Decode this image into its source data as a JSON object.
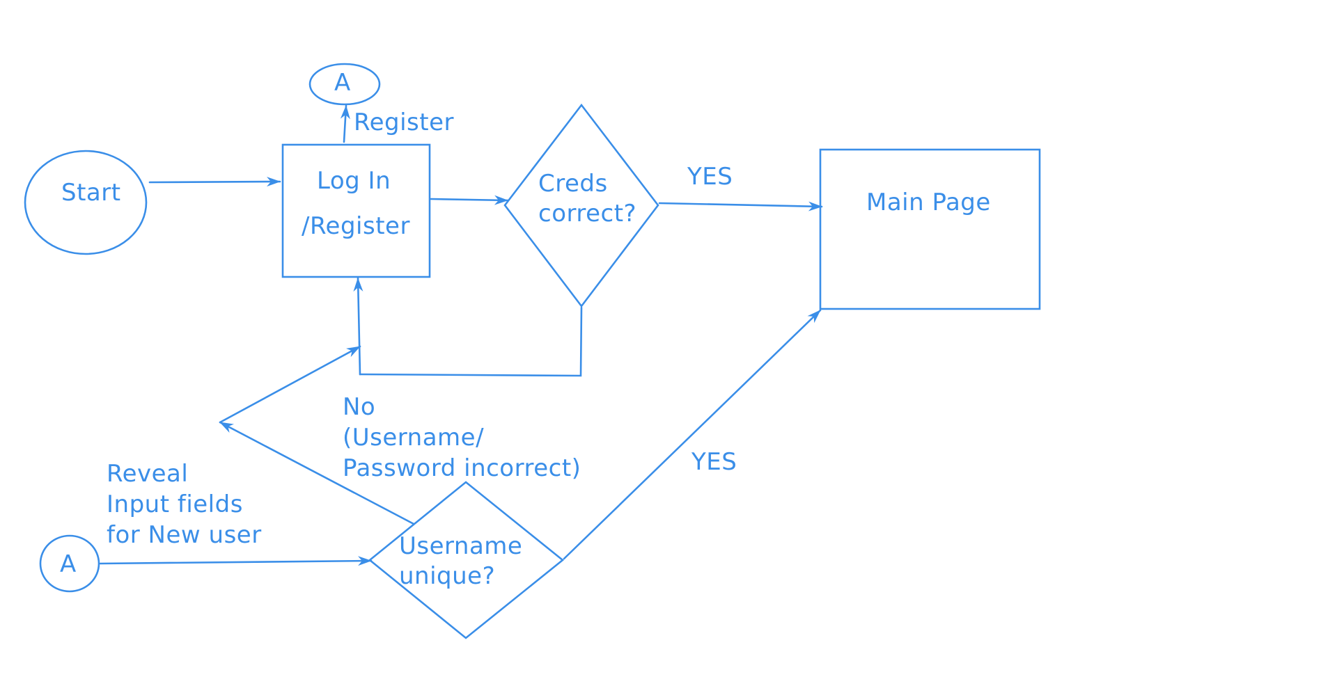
{
  "colors": {
    "stroke": "#3a8ee8",
    "text": "#3a8ee8",
    "background": "#ffffff"
  },
  "nodes": {
    "start": "Start",
    "connector_top": "A",
    "connector_bottom": "A",
    "login_line1": "Log In",
    "login_line2": "/Register",
    "creds_line1": "Creds",
    "creds_line2": "correct?",
    "main_page": "Main Page",
    "unique_line1": "Username",
    "unique_line2": "unique?"
  },
  "edge_labels": {
    "register": "Register",
    "yes_top": "YES",
    "yes_bottom": "YES",
    "no_line1": "No",
    "no_line2": "(Username/",
    "no_line3": "Password incorrect)",
    "reveal_line1": "Reveal",
    "reveal_line2": "Input fields",
    "reveal_line3": "for New user"
  }
}
